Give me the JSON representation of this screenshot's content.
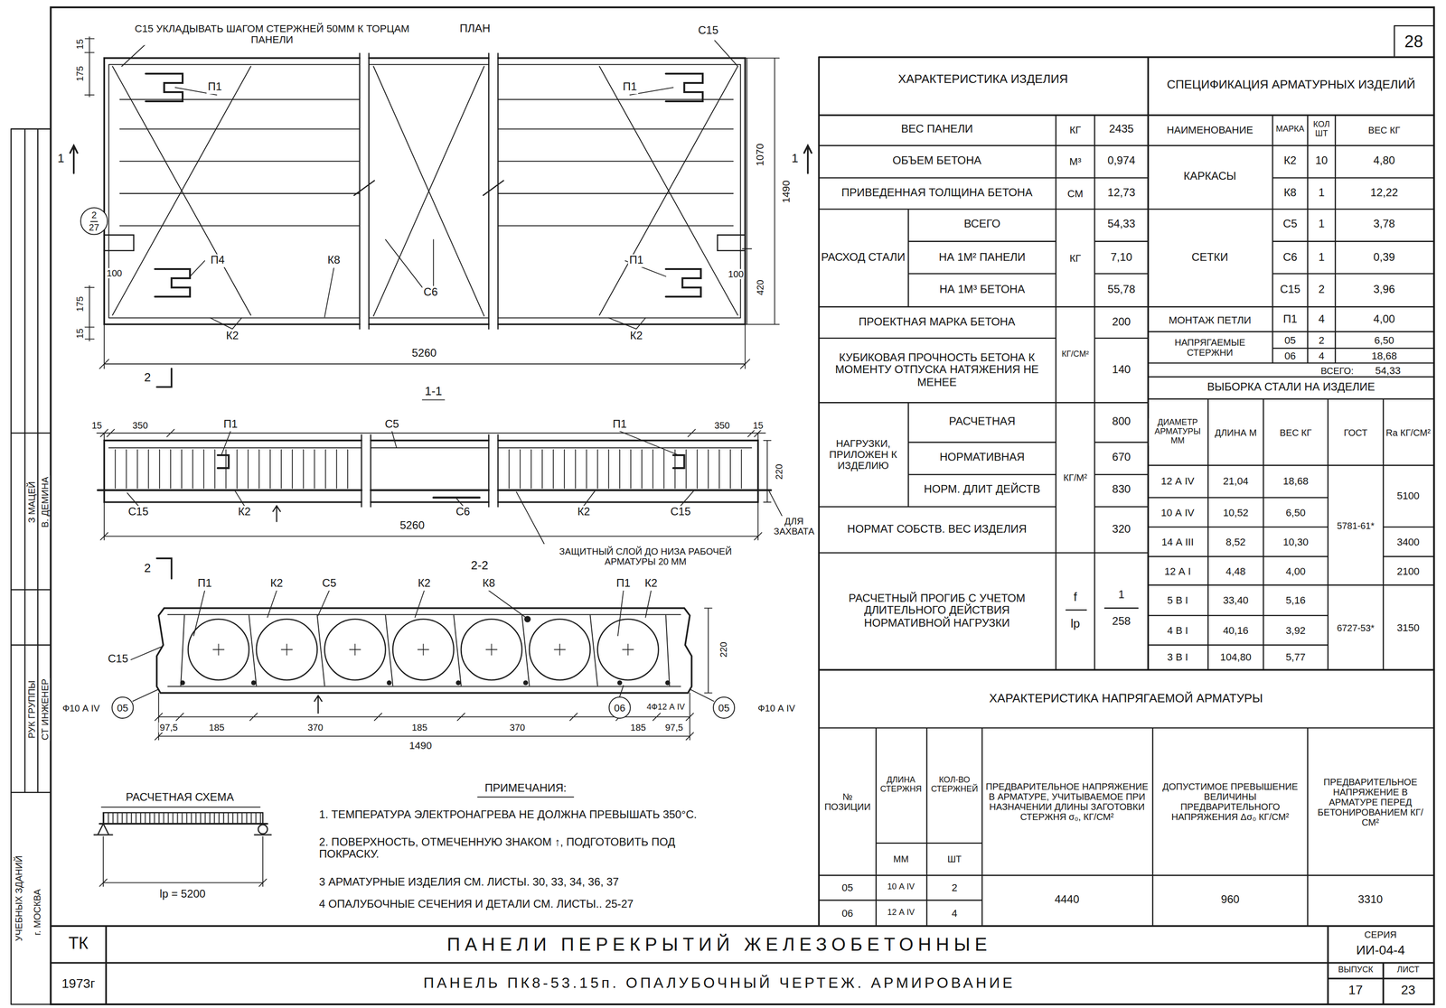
{
  "diagram": {
    "nodes": [
      {
        "text": [
          "2",
          "27"
        ]
      },
      {
        "text": [
          "05"
        ]
      },
      {
        "text": [
          "06"
        ]
      },
      {
        "text": [
          "05"
        ]
      }
    ],
    "labels": [
      "С15 УКЛАДЫВАТЬ ШАГОМ СТЕРЖНЕЙ 50ММ К ТОРЦАМ ПАНЕЛИ",
      "ПЛАН",
      "С15",
      "15",
      "175",
      "П1",
      "П1",
      "1",
      "1",
      "1070",
      "1490",
      "100",
      "П4",
      "К8",
      "П1",
      "100",
      "С6",
      "420",
      "175",
      "15",
      "К2",
      "К2",
      "5260",
      "2",
      "1-1",
      "15",
      "350",
      "П1",
      "С5",
      "П1",
      "350",
      "15",
      "220",
      "С15",
      "К2",
      "С6",
      "К2",
      "С15",
      "5260",
      "ЗАЩИТНЫЙ СЛОЙ ДО НИЗА РАБОЧЕЙ АРМАТУРЫ 20 ММ",
      "ДЛЯ ЗАХВАТА",
      "2",
      "2-2",
      "П1",
      "К2",
      "С5",
      "К2",
      "К8",
      "П1",
      "К2",
      "220",
      "С15",
      "Ф10 А IV",
      "4Ф12 А IV",
      "Ф10 А IV",
      "97,5",
      "185",
      "370",
      "185",
      "370",
      "185",
      "97,5",
      "1490",
      "ПРИМЕЧАНИЯ:",
      "1. ТЕМПЕРАТУРА ЭЛЕКТРОНАГРЕВА НЕ ДОЛЖНА ПРЕВЫШАТЬ 350°С.",
      "2. ПОВЕРХНОСТЬ, ОТМЕЧЕННУЮ ЗНАКОМ ↑, ПОДГОТОВИТЬ ПОД ПОКРАСКУ.",
      "3 АРМАТУРНЫЕ ИЗДЕЛИЯ СМ. ЛИСТЫ. 30, 33, 34, 36, 37",
      "4 ОПАЛУБОЧНЫЕ СЕЧЕНИЯ И ДЕТАЛИ СМ. ЛИСТЫ.. 25-27",
      "РАСЧЕТНАЯ СХЕМА",
      "lр = 5200",
      "ХАРАКТЕРИСТИКА ИЗДЕЛИЯ",
      "ВЕС ПАНЕЛИ",
      "КГ",
      "2435",
      "ОБЪЕМ БЕТОНА",
      "М³",
      "0,974",
      "ПРИВЕДЕННАЯ ТОЛЩИНА БЕТОНА",
      "СМ",
      "12,73",
      "РАСХОД СТАЛИ",
      "ВСЕГО",
      "КГ",
      "54,33",
      "НА 1М² ПАНЕЛИ",
      "7,10",
      "НА 1М³ БЕТОНА",
      "55,78",
      "ПРОЕКТНАЯ МАРКА БЕТОНА",
      "КГ/СМ²",
      "200",
      "КУБИКОВАЯ ПРОЧНОСТЬ БЕТОНА К МОМЕНТУ ОТПУСКА НАТЯЖЕНИЯ НЕ МЕНЕЕ",
      "140",
      "НАГРУЗКИ, ПРИЛОЖЕН К ИЗДЕЛИЮ",
      "РАСЧЕТНАЯ",
      "КГ/М²",
      "800",
      "НОРМАТИВНАЯ",
      "670",
      "НОРМ. ДЛИТ ДЕЙСТВ",
      "830",
      "НОРМАТ СОБСТВ. ВЕС ИЗДЕЛИЯ",
      "320",
      "РАСЧЕТНЫЙ ПРОГИБ С УЧЕТОМ ДЛИТЕЛЬНОГО ДЕЙСТВИЯ НОРМАТИВНОЙ НАГРУЗКИ",
      "f",
      "lр",
      "1",
      "258",
      "СПЕЦИФИКАЦИЯ АРМАТУРНЫХ ИЗДЕЛИЙ",
      "НАИМЕНОВАНИЕ",
      "МАРКА",
      "КОЛ ШТ",
      "ВЕС КГ",
      "КАРКАСЫ",
      "К2",
      "10",
      "4,80",
      "К8",
      "1",
      "12,22",
      "СЕТКИ",
      "С5",
      "1",
      "3,78",
      "С6",
      "1",
      "0,39",
      "С15",
      "2",
      "3,96",
      "МОНТАЖ ПЕТЛИ",
      "П1",
      "4",
      "4,00",
      "НАПРЯГАЕМЫЕ СТЕРЖНИ",
      "05",
      "2",
      "6,50",
      "06",
      "4",
      "18,68",
      "ВСЕГО:",
      "54,33",
      "ВЫБОРКА СТАЛИ НА ИЗДЕЛИЕ",
      "ДИАМЕТР АРМАТУРЫ ММ",
      "ДЛИНА М",
      "ВЕС КГ",
      "ГОСТ",
      "Rа КГ/СМ²",
      "12 А IV",
      "21,04",
      "18,68",
      "10 А IV",
      "10,52",
      "6,50",
      "14 А III",
      "8,52",
      "10,30",
      "12 А I",
      "4,48",
      "4,00",
      "5 В I",
      "33,40",
      "5,16",
      "4 В I",
      "40,16",
      "3,92",
      "3 В I",
      "104,80",
      "5,77",
      "5781-61*",
      "6727-53*",
      "5100",
      "3400",
      "2100",
      "3150",
      "ХАРАКТЕРИСТИКА НАПРЯГАЕМОЙ АРМАТУРЫ",
      "№ ПОЗИЦИИ",
      "ДЛИНА СТЕРЖНЯ",
      "ММ",
      "КОЛ-ВО СТЕРЖНЕЙ",
      "ШТ",
      "ПРЕДВАРИТЕЛЬНОЕ НАПРЯЖЕНИЕ В АРМАТУРЕ, УЧИТЫВАЕМОЕ ПРИ НАЗНАЧЕНИИ ДЛИНЫ ЗАГОТОВКИ СТЕРЖНЯ σ₀, КГ/СМ²",
      "ДОПУСТИМОЕ ПРЕВЫШЕНИЕ ВЕЛИЧИНЫ ПРЕДВАРИТЕЛЬНОГО НАПРЯЖЕНИЯ Δσ₀ КГ/СМ²",
      "ПРЕДВАРИТЕЛЬНОЕ НАПРЯЖЕНИЕ В АРМАТУРЕ ПЕРЕД БЕТОНИРОВАНИЕМ КГ/СМ²",
      "05",
      "10 А IV",
      "2",
      "06",
      "12 А IV",
      "4",
      "4440",
      "960",
      "3310",
      "ТК",
      "1973г",
      "ПАНЕЛИ ПЕРЕКРЫТИЙ ЖЕЛЕЗОБЕТОННЫЕ",
      "ПАНЕЛЬ ПК8-53.15п. ОПАЛУБОЧНЫЙ ЧЕРТЕЖ. АРМИРОВАНИЕ",
      "СЕРИЯ",
      "ИИ-04-4",
      "ВЫПУСК",
      "17",
      "ЛИСТ",
      "23",
      "28",
      "РУК ГРУППЫ",
      "СТ ИНЖЕНЕР",
      "З МАЦЕЙ",
      "В. ДЕМИНА",
      "УЧЕБНЫХ ЗДАНИЙ",
      "г. МОСКВА"
    ]
  }
}
